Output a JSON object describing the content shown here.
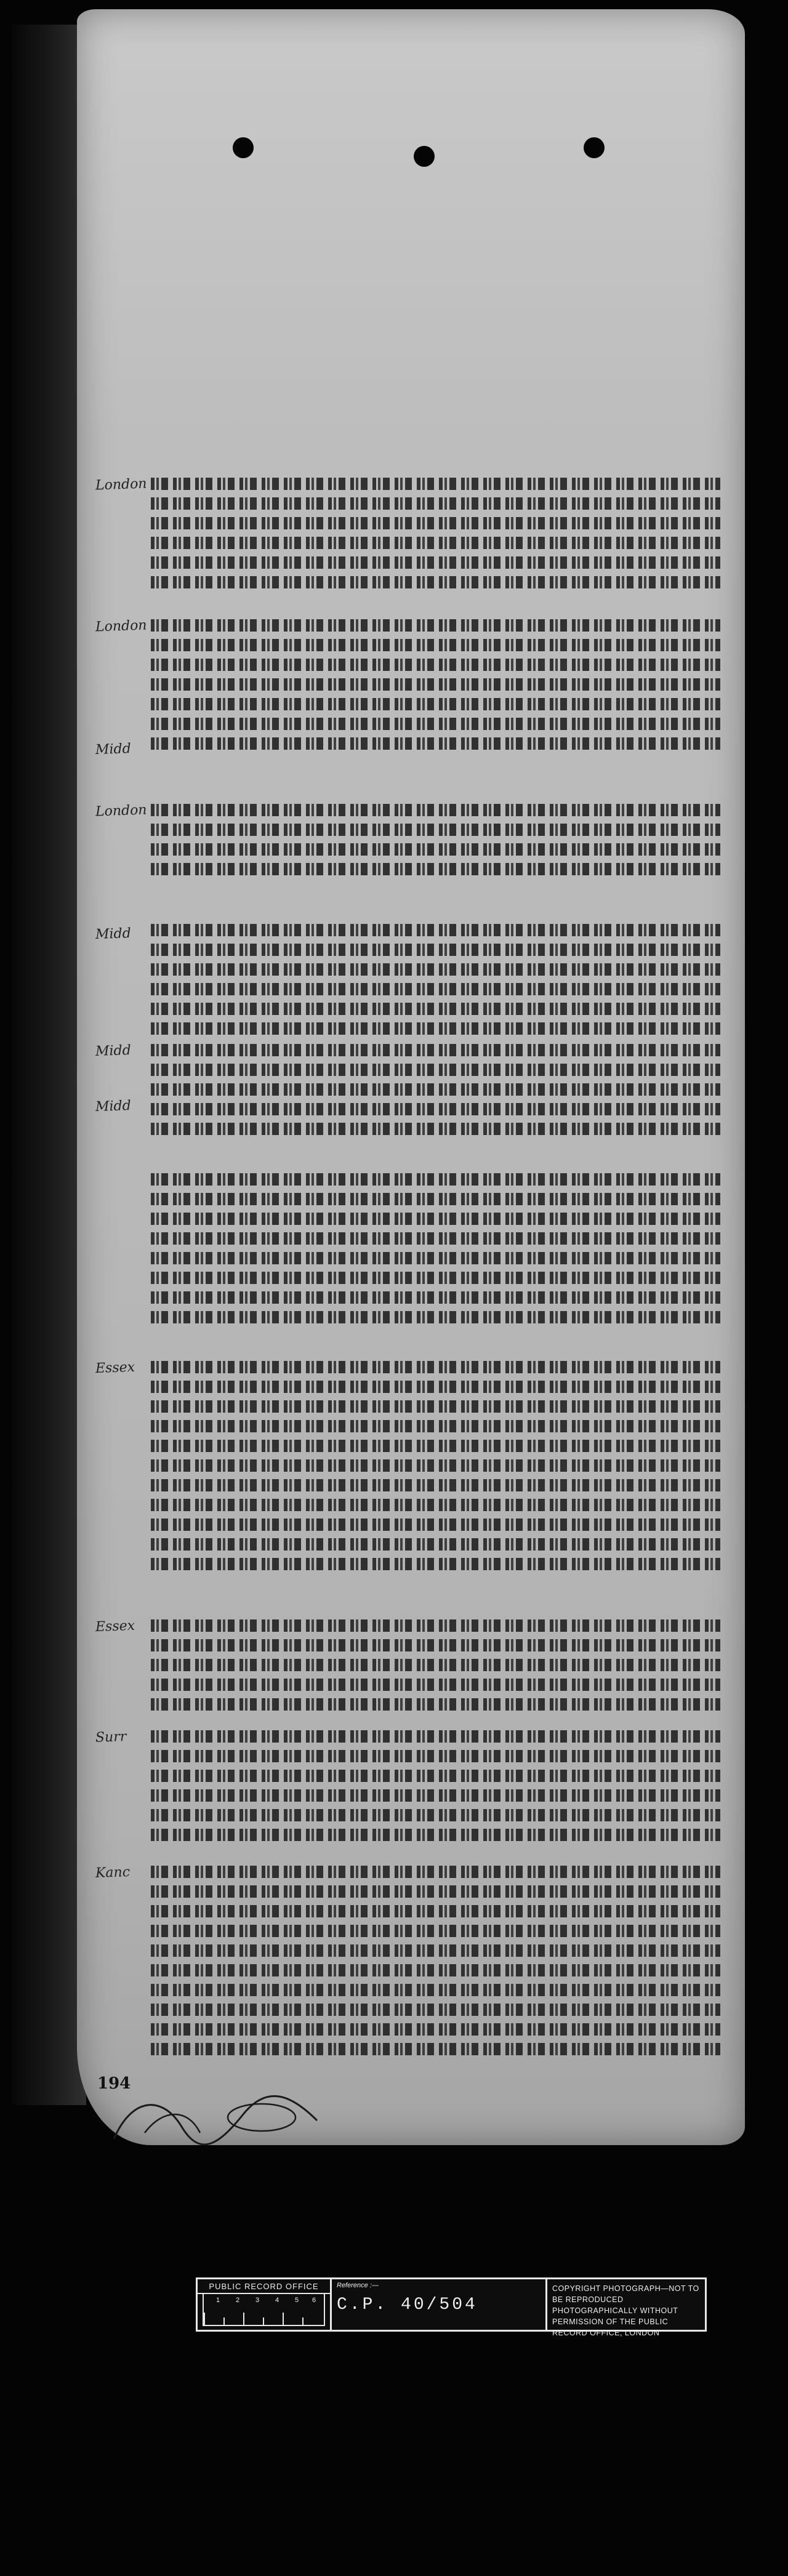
{
  "document": {
    "folio_number": "194",
    "margin_marks": [
      "London",
      "London",
      "Midd",
      "London",
      "Midd",
      "Midd",
      "Midd",
      "Essex",
      "Essex",
      "Surr",
      "Kanc"
    ]
  },
  "archive_label": {
    "office": "PUBLIC RECORD OFFICE",
    "reference_label": "Reference :—",
    "reference": "C.P. 40/504",
    "copyright_notice": "COPYRIGHT PHOTOGRAPH—NOT TO BE REPRODUCED PHOTOGRAPHICALLY WITHOUT PERMISSION OF THE PUBLIC RECORD OFFICE, LONDON",
    "ruler_numbers": [
      "1",
      "2",
      "3",
      "4",
      "5",
      "6"
    ]
  },
  "colors": {
    "background": "#050505",
    "parchment": "#bdbdbd",
    "ink": "#1c1c1c",
    "label_text": "#eeeeee"
  }
}
